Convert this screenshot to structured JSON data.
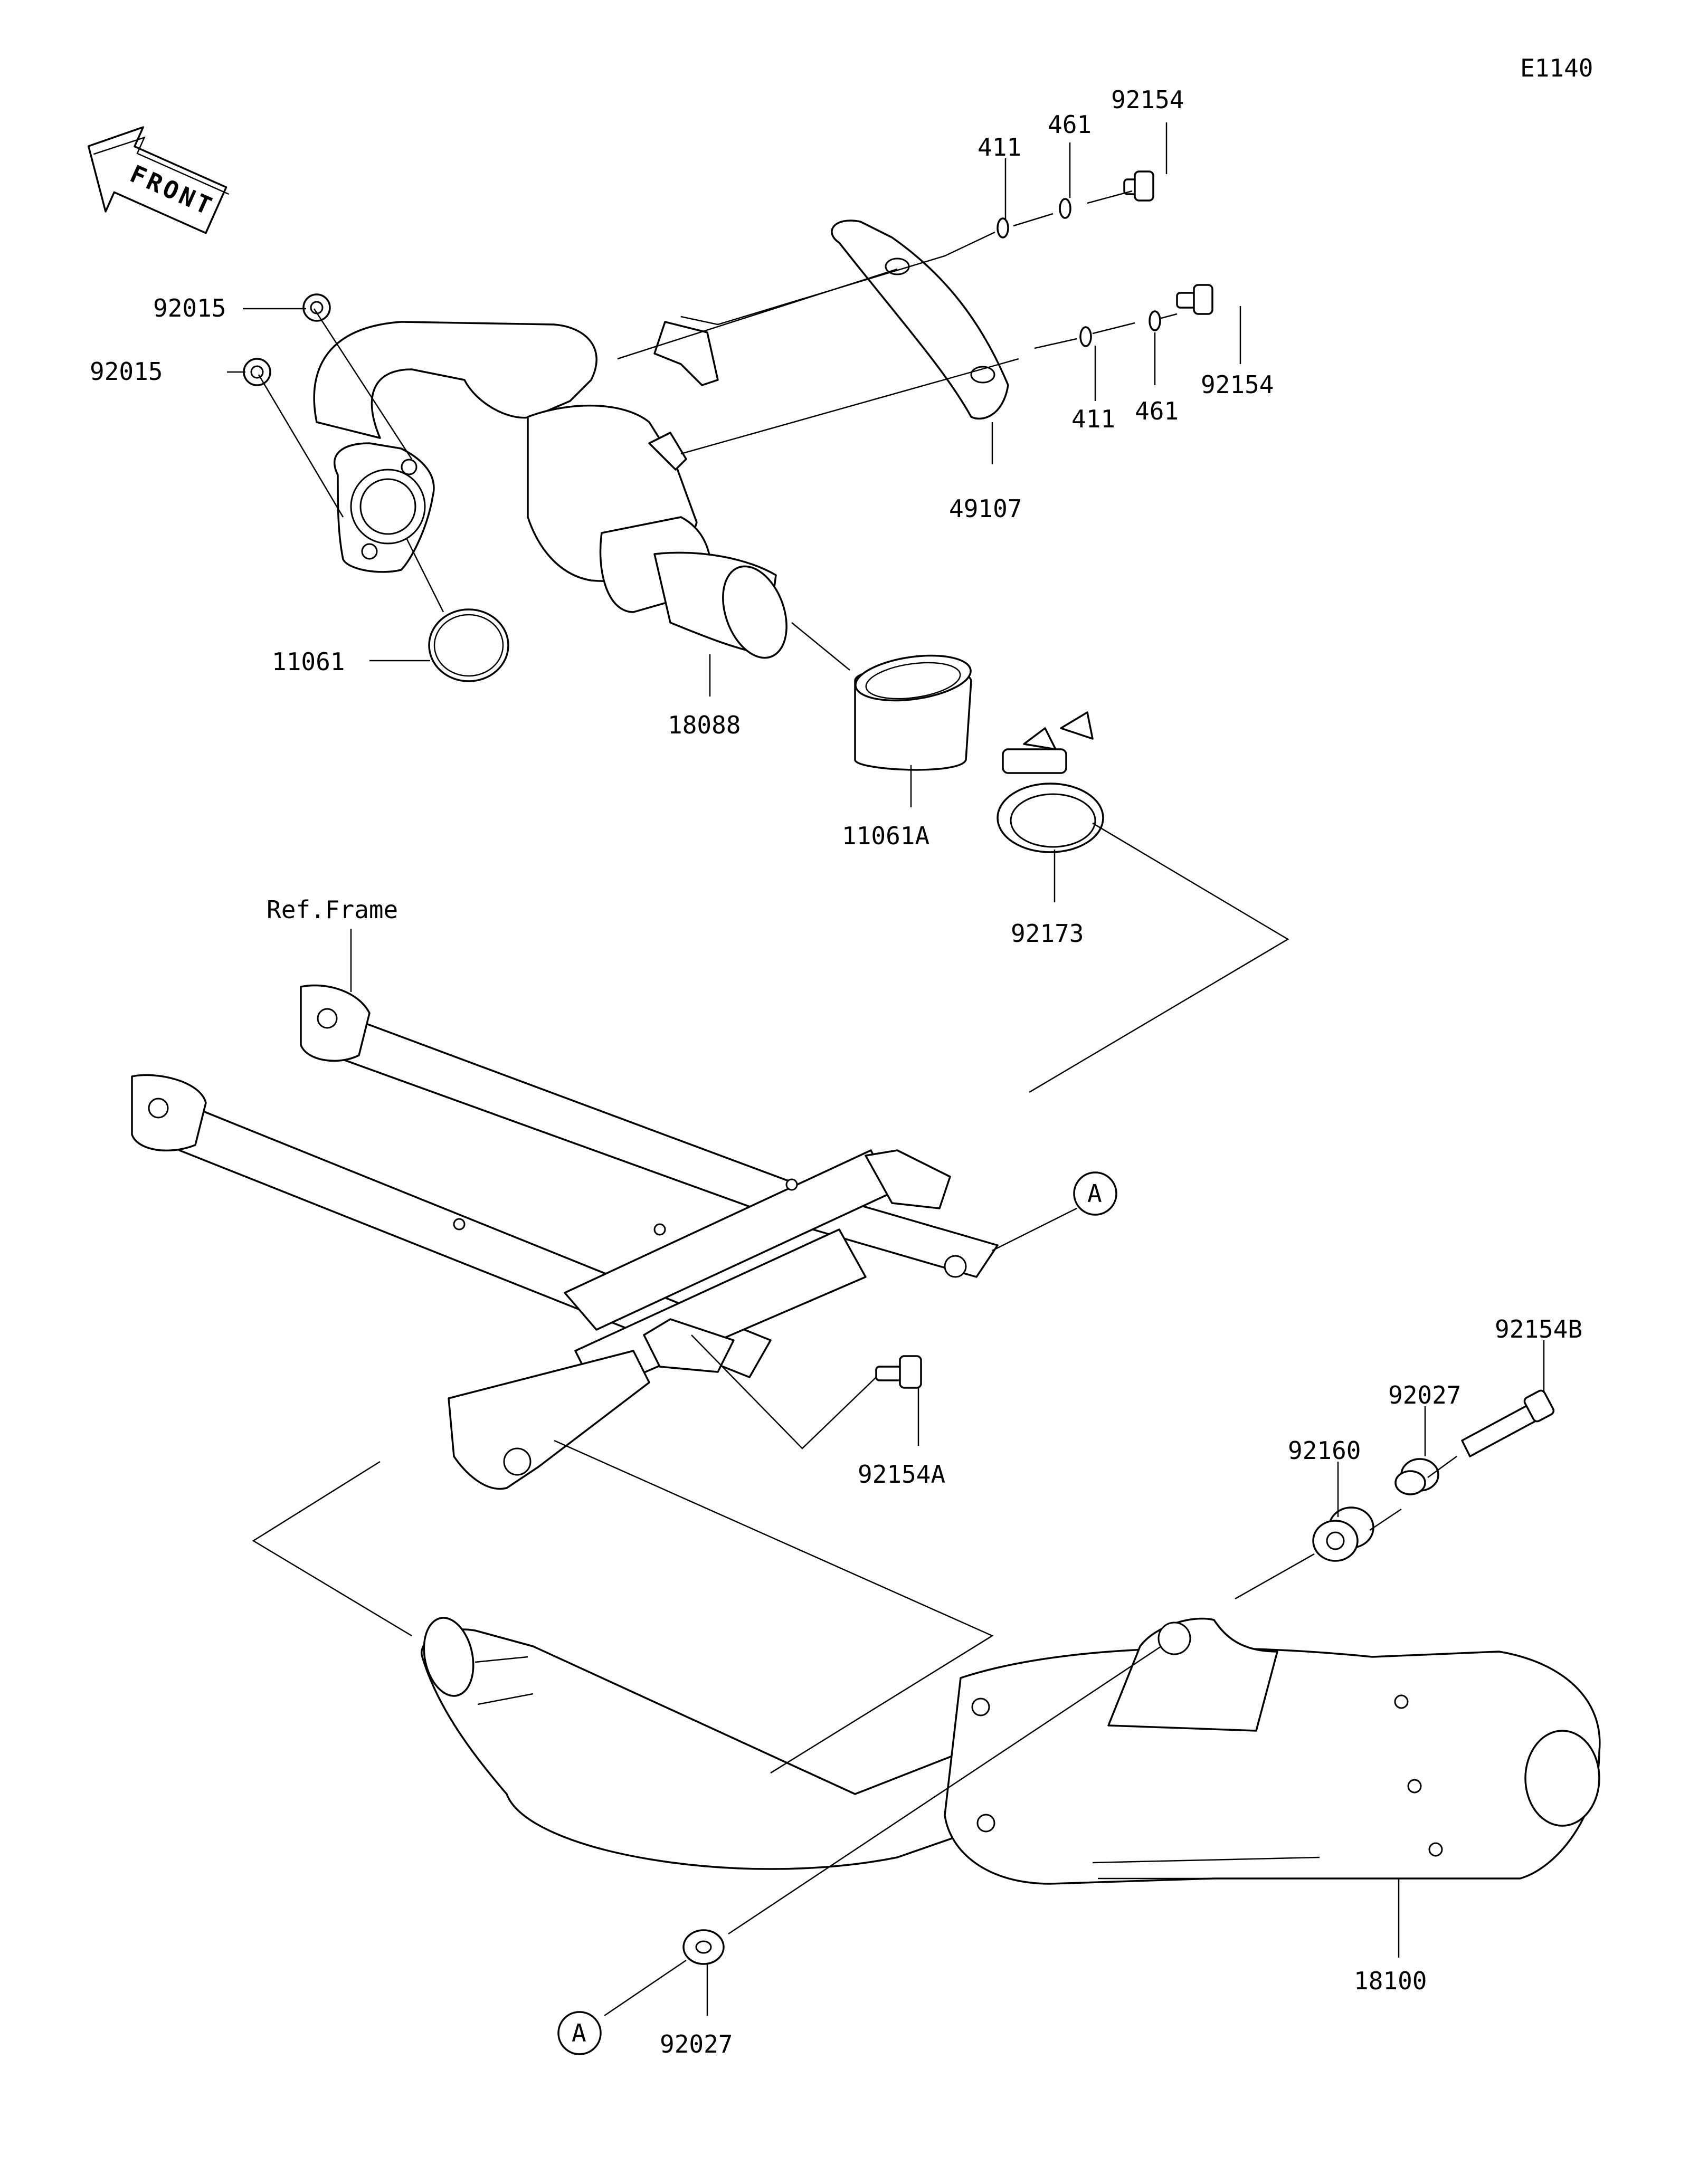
{
  "diagram_code": "E1140",
  "front_arrow_label": "FRONT",
  "ref_frame_label": "Ref.Frame",
  "callout_letter": "A",
  "parts": {
    "p92154_top": "92154",
    "p461_top": "461",
    "p411_top": "411",
    "p92015_a": "92015",
    "p92015_b": "92015",
    "p92154_right": "92154",
    "p411_bottom": "411",
    "p461_bottom": "461",
    "p49107": "49107",
    "p11061": "11061",
    "p18088": "18088",
    "p11061A": "11061A",
    "p92173": "92173",
    "p92154B": "92154B",
    "p92027_right": "92027",
    "p92160": "92160",
    "p92154A": "92154A",
    "p18100": "18100",
    "p92027_bottom": "92027"
  }
}
